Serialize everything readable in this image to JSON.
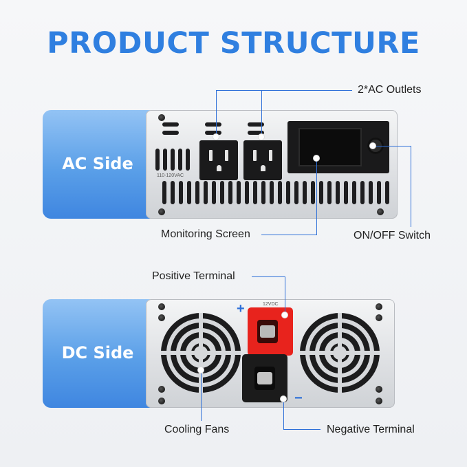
{
  "title": "PRODUCT STRUCTURE",
  "ac_side": {
    "label": "AC Side",
    "voltage_text": "110-120VAC",
    "callouts": {
      "outlets": "2*AC Outlets",
      "screen": "Monitoring Screen",
      "switch": "ON/OFF Switch"
    }
  },
  "dc_side": {
    "label": "DC Side",
    "voltage_text": "12VDC",
    "plus_sign": "+",
    "minus_sign": "−",
    "callouts": {
      "positive": "Positive Terminal",
      "fans": "Cooling Fans",
      "negative": "Negative Terminal"
    }
  },
  "colors": {
    "title_blue": "#2f7fe0",
    "callout_line": "#2d6fd8",
    "terminal_red": "#e8231d",
    "terminal_black": "#1b1b1b"
  }
}
